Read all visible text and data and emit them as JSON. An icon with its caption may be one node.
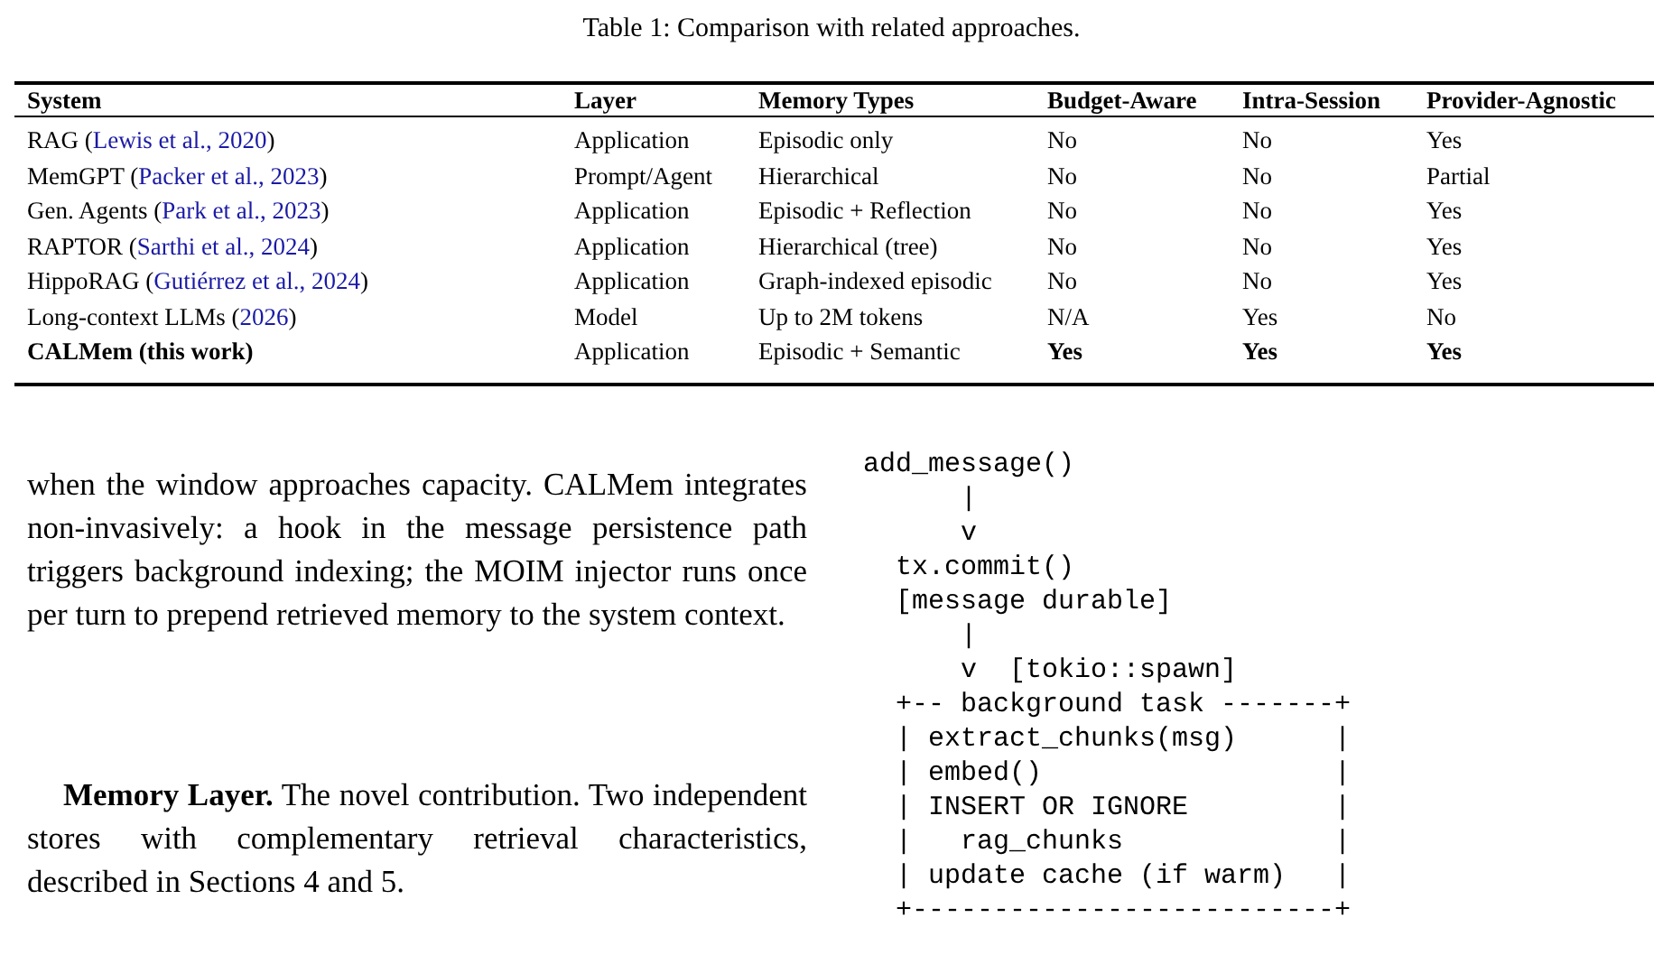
{
  "diagram": {
    "caption": "Table 1: Comparison with related approaches.",
    "labels": [
      "System",
      "Layer",
      "Memory Types",
      "Budget-Aware",
      "Intra-Session",
      "Provider-Agnostic",
      "RAG (Lewis et al., 2020)",
      "Application",
      "Episodic only",
      "No",
      "No",
      "Yes",
      "MemGPT (Packer et al., 2023)",
      "Prompt/Agent",
      "Hierarchical",
      "No",
      "No",
      "Partial",
      "Gen. Agents (Park et al., 2023)",
      "Application",
      "Episodic + Reflection",
      "No",
      "No",
      "Yes",
      "RAPTOR (Sarthi et al., 2024)",
      "Application",
      "Hierarchical (tree)",
      "No",
      "No",
      "Yes",
      "HippoRAG (Gutiérrez et al., 2024)",
      "Application",
      "Graph-indexed episodic",
      "No",
      "No",
      "Yes",
      "Long-context LLMs (2026)",
      "Model",
      "Up to 2M tokens",
      "N/A",
      "Yes",
      "No",
      "**CALMem (this work)**",
      "Application",
      "Episodic + Semantic",
      "**Yes**",
      "**Yes**",
      "**Yes**",
      "when the window approaches capacity. CALMem integrates non-invasively: a hook in the message persistence path triggers background indexing; the MOIM injector runs once per turn to prepend retrieved memory to the system context.",
      "**Memory Layer.** The novel contribution. Two independent stores with complementary retrieval characteristics, described in Sections 4 and 5.",
      "add_message()",
      "      |",
      "      v",
      "  tx.commit()",
      "  [message durable]",
      "      |",
      "      v  [tokio::spawn]",
      "  +-- background task -------+",
      "  | extract_chunks(msg)      |",
      "  | embed()                  |",
      "  | INSERT OR IGNORE         |",
      "  |   rag_chunks             |",
      "  | update cache (if warm)   |",
      "  +--------------------------+"
    ]
  }
}
